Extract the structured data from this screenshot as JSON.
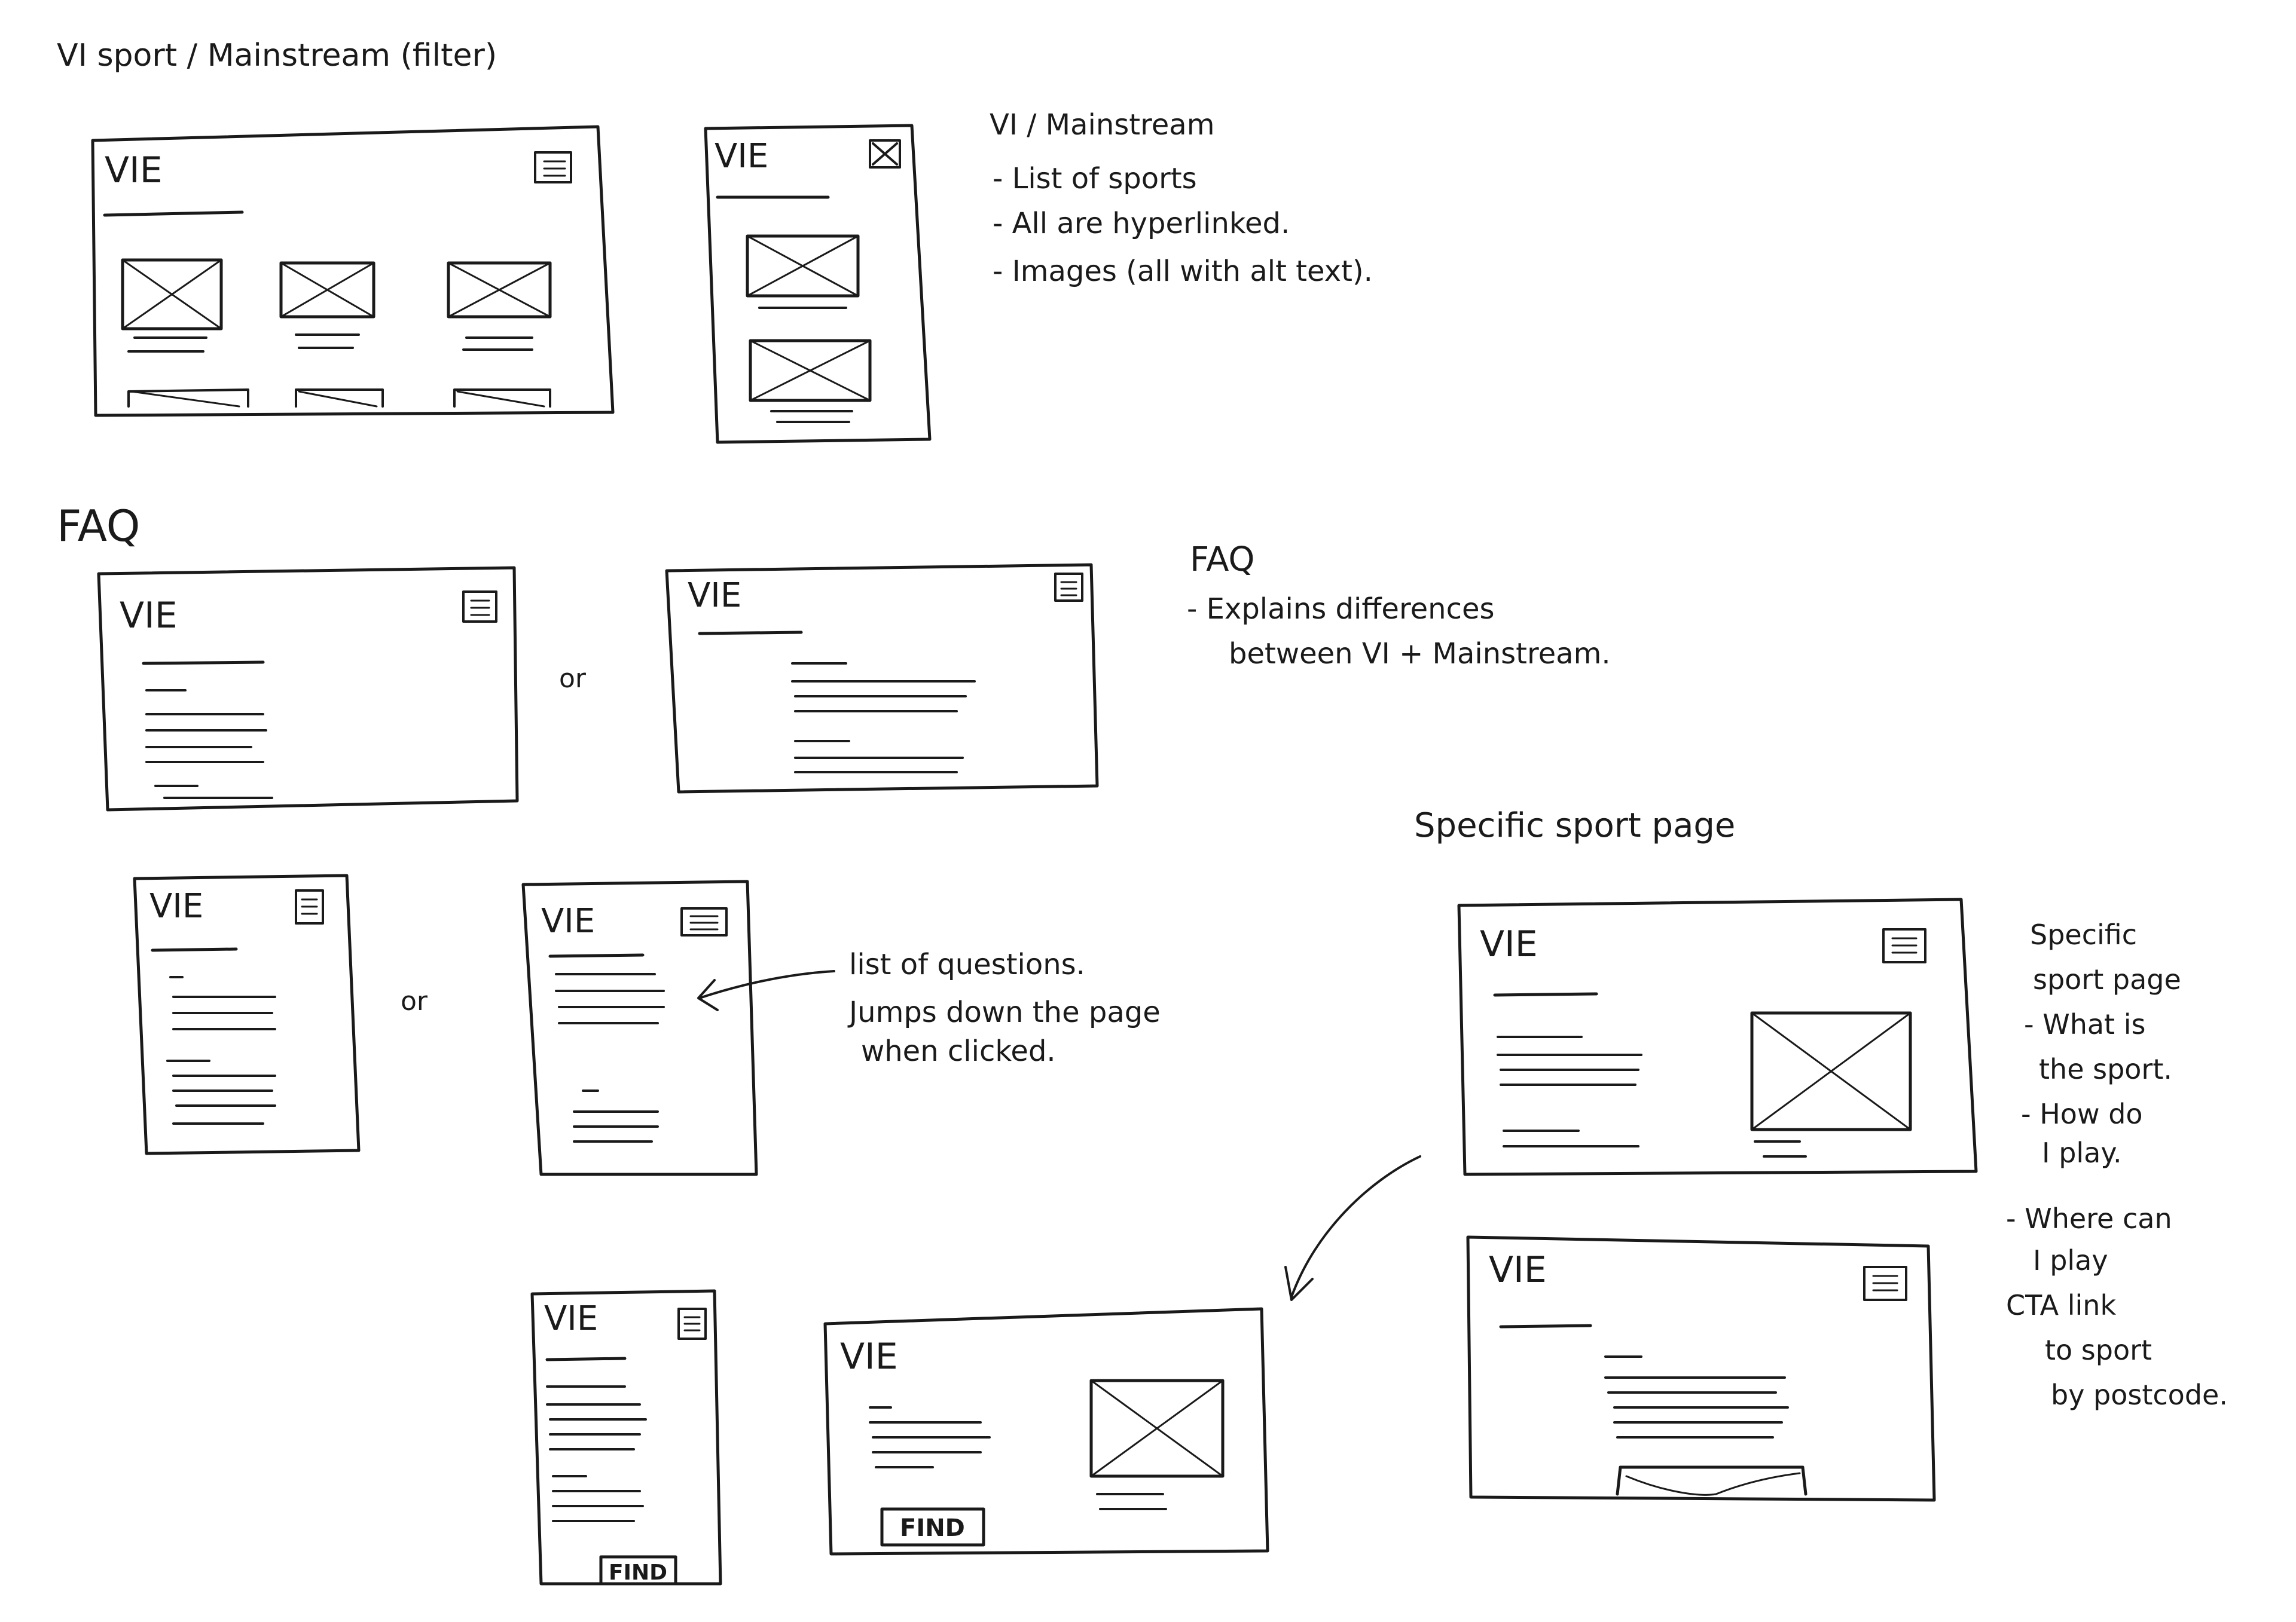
{
  "sections": {
    "vi": {
      "heading": "VI    sport  / Mainstream   (filter)",
      "notes": [
        "VI / Mainstream",
        "- List of sports",
        "- All are hyperlinked.",
        "- Images (all with alt text)."
      ]
    },
    "faq": {
      "heading": "FAQ",
      "notes": [
        "FAQ",
        "- Explains differences",
        "between   VI  + Mainstream."
      ],
      "or_labels": [
        "or",
        "or"
      ],
      "annotation": [
        "list of questions.",
        "Jumps down the page",
        "when clicked."
      ]
    },
    "sport": {
      "heading": "Specific  sport  page",
      "notes": [
        "Specific",
        "sport page",
        "- What is",
        "the sport.",
        "- How do",
        "I play.",
        "- Where can",
        "I play",
        "CTA  link",
        "to sport",
        "by postcode."
      ]
    }
  },
  "wireframe": {
    "logo": "VIE",
    "find_button": "FIND"
  },
  "icons": {
    "menu": "hamburger-menu-icon",
    "close": "close-menu-icon",
    "image": "image-placeholder-icon"
  }
}
